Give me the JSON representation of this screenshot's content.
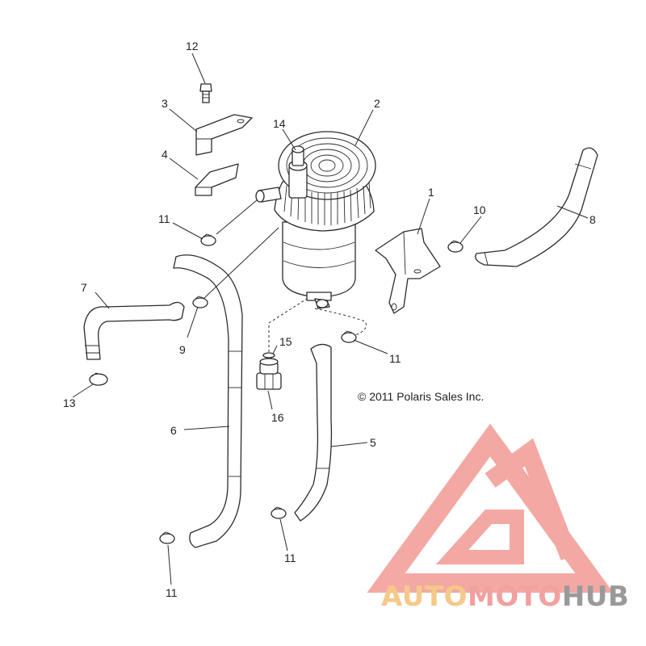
{
  "diagram": {
    "callouts": [
      "12",
      "3",
      "4",
      "2",
      "14",
      "1",
      "10",
      "8",
      "11",
      "7",
      "9",
      "11",
      "15",
      "13",
      "16",
      "6",
      "5",
      "11",
      "11"
    ],
    "copyright": "© 2011 Polaris Sales Inc."
  },
  "watermark": {
    "parts": [
      "AUTO",
      "MOTO",
      "HUB"
    ],
    "colors": {
      "auto": "#f5c98a",
      "moto": "#f2a0a0",
      "hub": "#9a9a9a",
      "logo": "#f29a94"
    }
  }
}
